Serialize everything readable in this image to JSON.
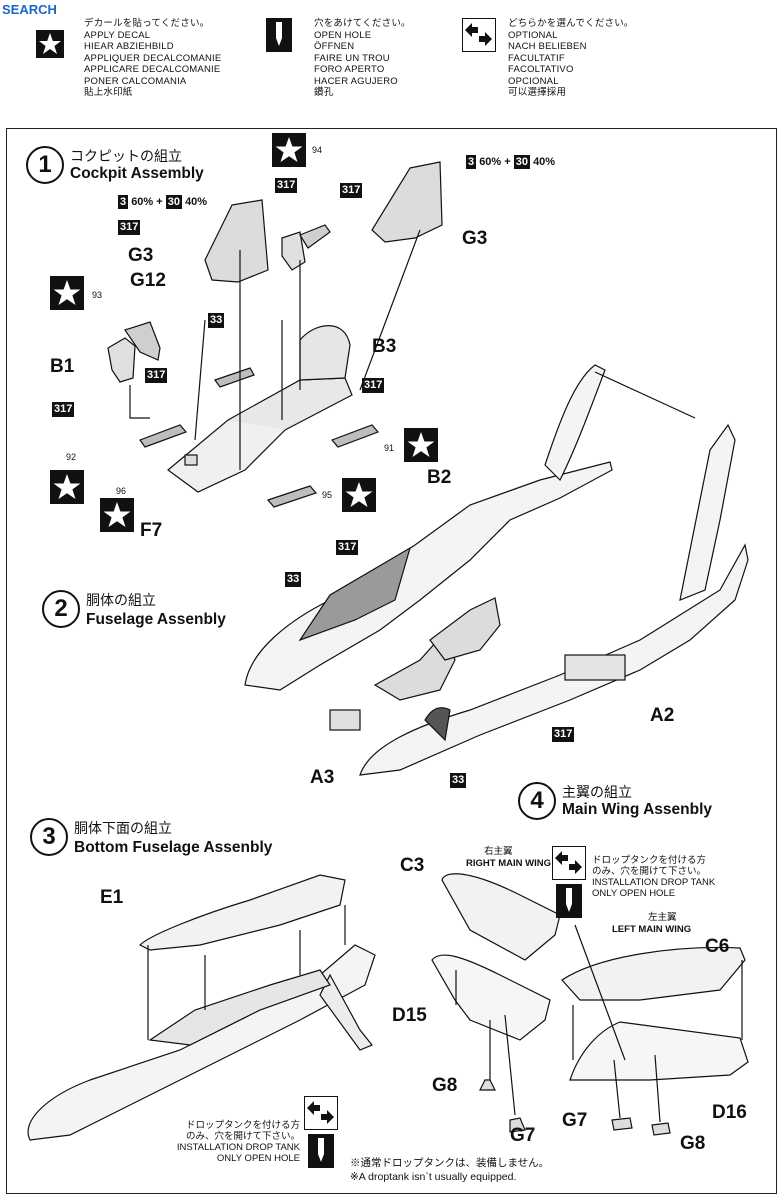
{
  "watermark": {
    "text": "SEARCH"
  },
  "legend": {
    "decal": {
      "icon": "star-decal-icon",
      "lines": [
        "デカールを貼ってください。",
        "APPLY DECAL",
        "HIEAR ABZIEHBILD",
        "APPLIQUER DECALCOMANIE",
        "APPLICARE DECALCOMANIE",
        "PONER CALCOMANIA",
        "貼上水印紙"
      ]
    },
    "hole": {
      "icon": "drill-hole-icon",
      "lines": [
        "穴をあけてください。",
        "OPEN HOLE",
        "ÖFFNEN",
        "FAIRE UN TROU",
        "FORO APERTO",
        "HACER AGUJERO",
        "鑽孔"
      ]
    },
    "optional": {
      "icon": "optional-arrows-icon",
      "lines": [
        "どちらかを選んでください。",
        "OPTIONAL",
        "NACH BELIEBEN",
        "FACULTATIF",
        "FACOLTATIVO",
        "OPCIONAL",
        "可以選擇採用"
      ]
    }
  },
  "steps": {
    "s1": {
      "num": "1",
      "jp": "コクピットの組立",
      "en": "Cockpit Assembly"
    },
    "s2": {
      "num": "2",
      "jp": "胴体の組立",
      "en": "Fuselage Assenbly"
    },
    "s3": {
      "num": "3",
      "jp": "胴体下面の組立",
      "en": "Bottom Fuselage Assenbly"
    },
    "s4": {
      "num": "4",
      "jp": "主翼の組立",
      "en": "Main Wing Assenbly"
    }
  },
  "parts": {
    "g3_left": "G3",
    "g12": "G12",
    "b1": "B1",
    "f7": "F7",
    "b3": "B3",
    "g3_right": "G3",
    "b2": "B2",
    "a2": "A2",
    "a3": "A3",
    "e1": "E1",
    "c3": "C3",
    "c6": "C6",
    "d15": "D15",
    "d16": "D16",
    "g8_a": "G8",
    "g7_a": "G7",
    "g7_b": "G7",
    "g8_b": "G8"
  },
  "tags": {
    "t3": "3",
    "t30": "30",
    "t317": "317",
    "t33": "33",
    "mix_text": "60% + ",
    "mix_text2": "40%"
  },
  "decal_numbers": {
    "n93": "93",
    "n94": "94",
    "n92": "92",
    "n96": "96",
    "n95": "95",
    "n91": "91"
  },
  "wing": {
    "right_jp": "右主翼",
    "right_en": "RIGHT MAIN WING",
    "left_jp": "左主翼",
    "left_en": "LEFT MAIN WING",
    "droptank_jp_1": "ドロップタンクを付ける方",
    "droptank_jp_2": "のみ、穴を開けて下さい。",
    "droptank_en_1": "INSTALLATION DROP TANK",
    "droptank_en_2": "ONLY OPEN HOLE",
    "footnote_jp": "※通常ドロップタンクは、装備しません。",
    "footnote_en": "※A droptank isn`t usually equipped."
  },
  "colors": {
    "ink": "#111111",
    "gray": "#9a9a9a",
    "paper": "#ffffff"
  }
}
